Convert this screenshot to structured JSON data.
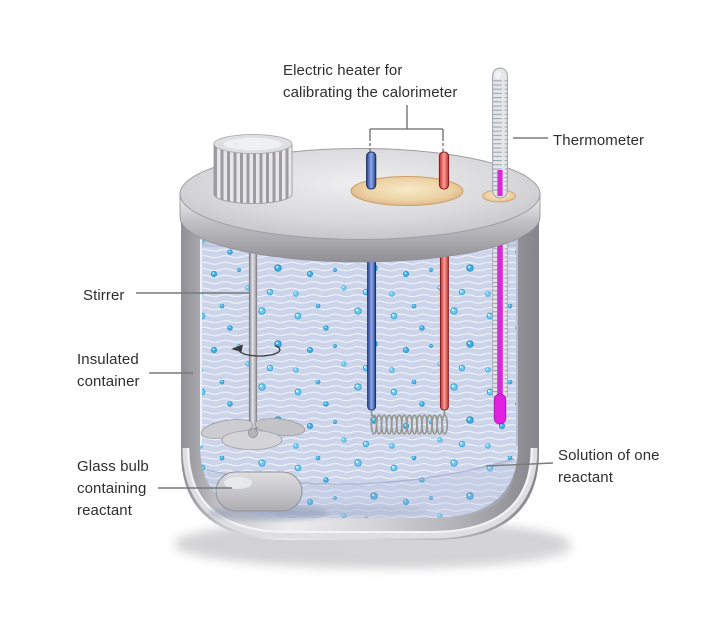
{
  "page": {
    "description": "Coffee-cup style calorimeter cutaway diagram",
    "background": "#ffffff"
  },
  "labels": {
    "electric_heater": "Electric heater for\ncalibrating the calorimeter",
    "thermometer": "Thermometer",
    "stirrer": "Stirrer",
    "insulated_container": "Insulated\ncontainer",
    "glass_bulb": "Glass bulb\ncontaining\nreactant",
    "solution": "Solution of one\nreactant"
  },
  "colors": {
    "label_text": "#2e2e2e",
    "leader_line": "#7a7a7a",
    "lid_metal": "#d6d6d8",
    "container_metal": "#b9b9bd",
    "solution_base": "#ccd4ea",
    "solution_wave": "#f2f5fc",
    "droplet_blue": "#58c2ec",
    "heater_wire_blue": "#2c4faa",
    "heater_wire_red": "#e04848",
    "heater_coil": "#97978f",
    "thermometer_fluid": "#d829d8",
    "port_tan": "#e8c795",
    "glass_bulb_gray": "#c9c9cd"
  }
}
